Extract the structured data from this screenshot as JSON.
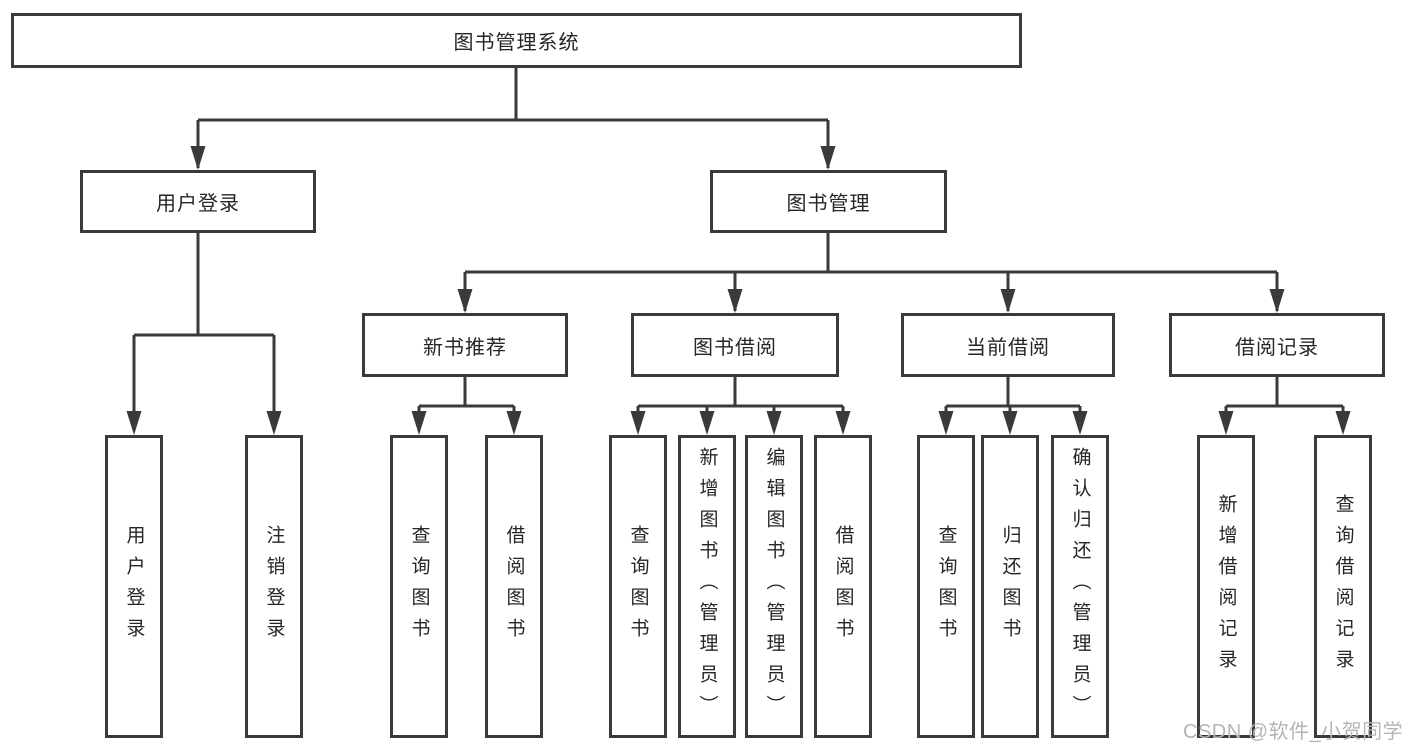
{
  "tree": {
    "root": {
      "label": "图书管理系统",
      "children": [
        {
          "label": "用户登录",
          "children": [
            {
              "label": "用户登录"
            },
            {
              "label": "注销登录"
            }
          ]
        },
        {
          "label": "图书管理",
          "children": [
            {
              "label": "新书推荐",
              "children": [
                {
                  "label": "查询图书"
                },
                {
                  "label": "借阅图书"
                }
              ]
            },
            {
              "label": "图书借阅",
              "children": [
                {
                  "label": "查询图书"
                },
                {
                  "label": "新增图书（管理员）"
                },
                {
                  "label": "编辑图书（管理员）"
                },
                {
                  "label": "借阅图书"
                }
              ]
            },
            {
              "label": "当前借阅",
              "children": [
                {
                  "label": "查询图书"
                },
                {
                  "label": "归还图书"
                },
                {
                  "label": "确认归还（管理员）"
                }
              ]
            },
            {
              "label": "借阅记录",
              "children": [
                {
                  "label": "新增借阅记录"
                },
                {
                  "label": "查询借阅记录"
                }
              ]
            }
          ]
        }
      ]
    }
  },
  "watermark": {
    "text": "CSDN @软件_小贺同学"
  },
  "colors": {
    "line": "#3a3a3a",
    "text": "#262626",
    "box_fill": "#ffffff",
    "watermark": "#b5b5b5",
    "background": "#ffffff"
  }
}
